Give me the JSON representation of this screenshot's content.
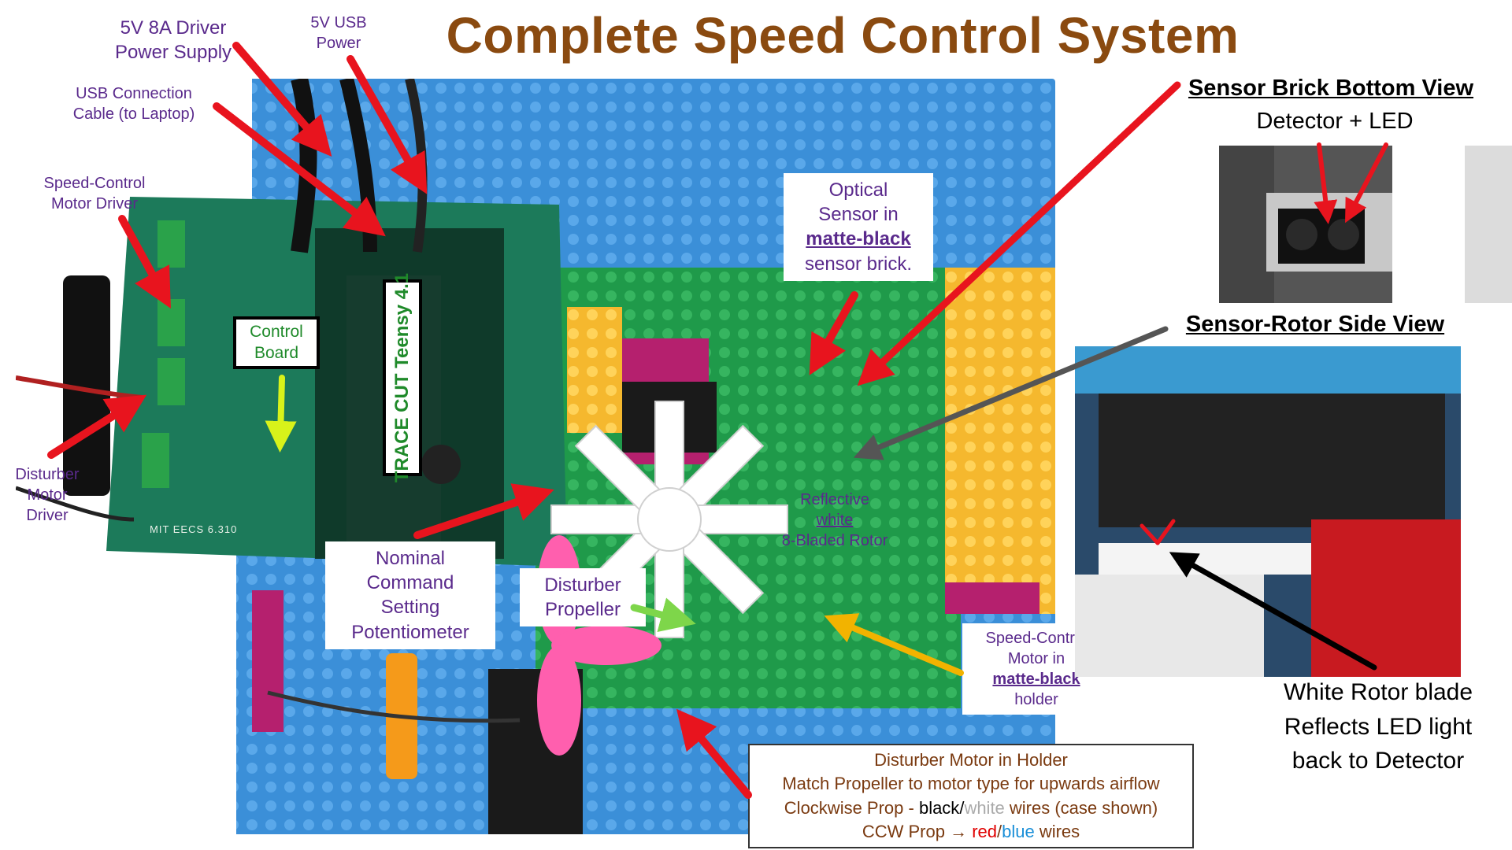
{
  "title": "Complete Speed Control System",
  "labels": {
    "driver_supply": [
      "5V 8A Driver",
      "Power Supply"
    ],
    "usb_power": [
      "5V USB",
      "Power"
    ],
    "usb_cable": [
      "USB Connection",
      "Cable (to Laptop)"
    ],
    "speed_driver": [
      "Speed-Control",
      "Motor  Driver"
    ],
    "disturber_driver": [
      "Disturber",
      "Motor",
      "Driver"
    ],
    "control_board": [
      "Control",
      "Board"
    ],
    "teensy": "TRACE CUT Teensy 4.1",
    "optical_sensor": {
      "line1": "Optical",
      "line2": "Sensor in",
      "emph": "matte-black",
      "line4": "sensor brick."
    },
    "reflective_rotor": {
      "line1": "Reflective",
      "emph": "white",
      "line3": "8-Bladed Rotor"
    },
    "potentiometer": [
      "Nominal",
      "Command",
      "Setting",
      "Potentiometer"
    ],
    "disturber_prop": [
      "Disturber",
      "Propeller"
    ],
    "speed_motor": {
      "line1": "Speed-Control",
      "line2": "Motor in",
      "emph": "matte-black",
      "line4": "holder"
    },
    "board_marking": "MIT EECS 6.310",
    "sensor_bottom_title": "Sensor Brick Bottom View",
    "sensor_bottom_sub": "Detector + LED",
    "side_view_title": "Sensor-Rotor Side View",
    "rotor_reflects": [
      "White Rotor blade",
      "Reflects LED light",
      "back to Detector"
    ]
  },
  "note": {
    "line1": "Disturber Motor in Holder",
    "line2": "Match Propeller  to motor type for upwards airflow",
    "line3_a": "Clockwise Prop - ",
    "line3_black": "black",
    "line3_sep": "/",
    "line3_white": "white",
    "line3_b": " wires (case shown)",
    "line4_a": "CCW Prop → ",
    "line4_red": "red",
    "line4_sep": "/",
    "line4_blue": "blue",
    "line4_b": " wires"
  },
  "colors": {
    "title": "#8a4a10",
    "label": "#5a2a8c",
    "arrow_red": "#e8141e",
    "arrow_green": "#7ed64a",
    "arrow_yellow": "#f2b300",
    "arrow_lime": "#d8f21a",
    "board": "#1c7a5a",
    "lego_blue": "#3b8fd8",
    "lego_green": "#1f9a4a"
  }
}
